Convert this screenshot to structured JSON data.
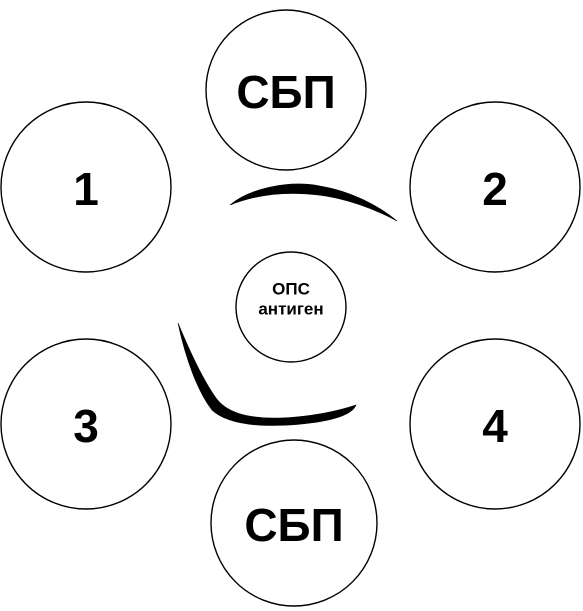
{
  "wells": {
    "top": "СБП",
    "bottom": "СБП",
    "one": "1",
    "two": "2",
    "three": "3",
    "four": "4",
    "center_line1": "ОПС",
    "center_line2": "антиген"
  },
  "colors": {
    "stroke": "#000000",
    "background": "#ffffff"
  }
}
